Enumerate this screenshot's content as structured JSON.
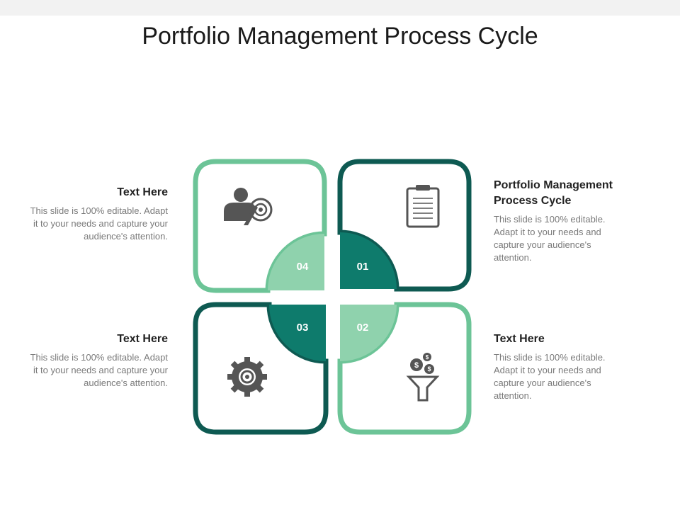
{
  "title": "Portfolio Management Process Cycle",
  "colors": {
    "dark_teal": "#0e5a52",
    "teal": "#0e7b6c",
    "light_green": "#6cc497",
    "pale_green": "#8fd2ad",
    "icon_gray": "#555555"
  },
  "steps": [
    {
      "number": "01",
      "icon": "clipboard-icon",
      "heading": "Portfolio Management Process Cycle",
      "text": "This slide is 100% editable. Adapt it to your needs and capture your audience's attention."
    },
    {
      "number": "02",
      "icon": "money-funnel-icon",
      "heading": "Text Here",
      "text": "This slide is 100% editable. Adapt it to your needs and capture your audience's attention."
    },
    {
      "number": "03",
      "icon": "gear-icon",
      "heading": "Text Here",
      "text": "This slide is 100% editable. Adapt it to your needs and capture your audience's attention."
    },
    {
      "number": "04",
      "icon": "user-target-icon",
      "heading": "Text Here",
      "text": "This slide is 100% editable. Adapt it to your needs and capture your audience's attention."
    }
  ]
}
